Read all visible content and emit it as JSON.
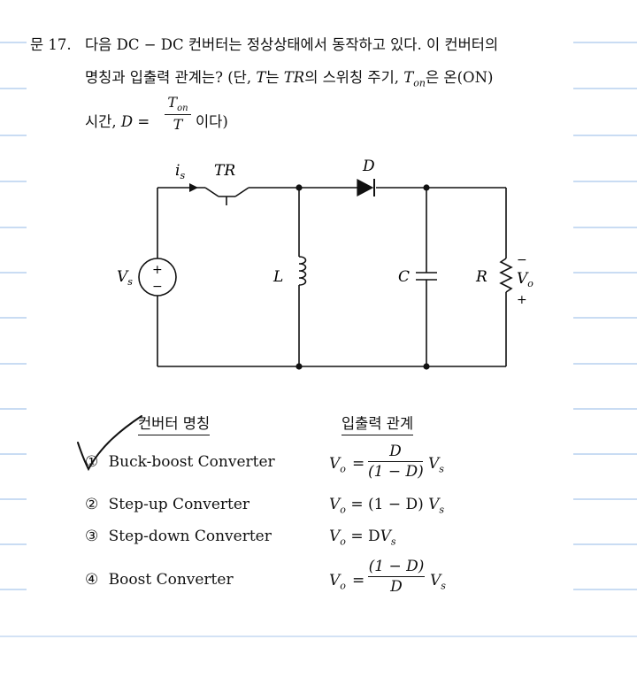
{
  "question": {
    "number_label": "문 17.",
    "line1": "다음 DC − DC 컨버터는 정상상태에서 동작하고 있다. 이 컨버터의",
    "line2_pre": "명칭과 입출력 관계는? (단, ",
    "var_T": "T",
    "line2_mid1": "는 ",
    "var_TR": "TR",
    "line2_mid2": "의 스위칭 주기, ",
    "var_Ton": "T",
    "sub_on": "on",
    "line2_post": "은 온(ON)",
    "line3_pre": "시간, ",
    "var_D": "D",
    "eq": "=",
    "frac_num_T": "T",
    "frac_num_sub": "on",
    "frac_den": "T",
    "line3_post": "이다)"
  },
  "circuit": {
    "label_is": "i",
    "label_is_sub": "s",
    "label_TR": "TR",
    "label_D": "D",
    "label_Vs": "V",
    "label_Vs_sub": "s",
    "label_plus": "+",
    "label_minus": "−",
    "label_L": "L",
    "label_C": "C",
    "label_R": "R",
    "label_Vo": "V",
    "label_Vo_sub": "o",
    "label_out_minus": "−",
    "label_out_plus": "+"
  },
  "table": {
    "header_name": "컨버터 명칭",
    "header_relation": "입출력 관계",
    "options": [
      {
        "marker": "①",
        "name": "Buck-boost Converter"
      },
      {
        "marker": "②",
        "name": "Step-up Converter"
      },
      {
        "marker": "③",
        "name": "Step-down Converter"
      },
      {
        "marker": "④",
        "name": "Boost Converter"
      }
    ],
    "formulas": {
      "f1_num": "D",
      "f1_den": "(1 − D)",
      "f2_rhs": "= (1 − D)",
      "f3_rhs": "= D",
      "f4_num": "(1 − D)",
      "f4_den": "D",
      "V": "V",
      "sub_o": "o",
      "sub_s": "s",
      "eq": "="
    }
  },
  "colors": {
    "ruled_line": "#c9dcf3",
    "ink": "#111111"
  }
}
